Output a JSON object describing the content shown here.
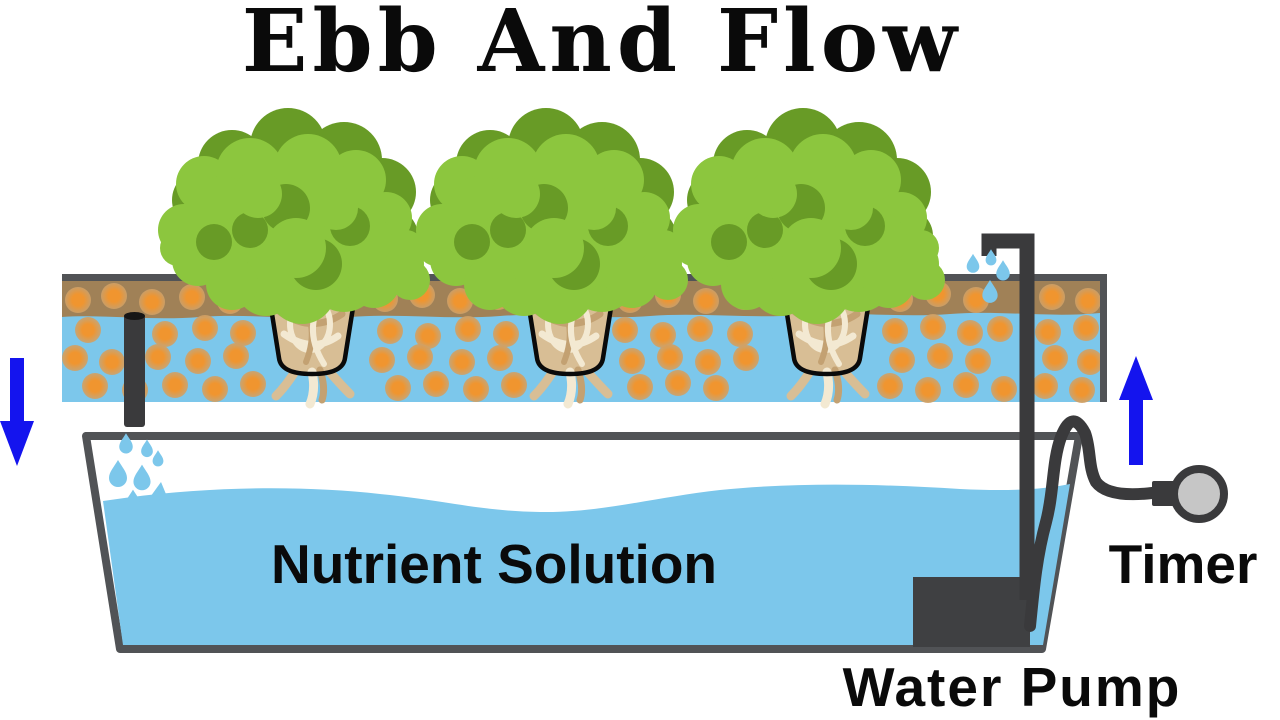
{
  "diagram": {
    "title": "Ebb And Flow",
    "labels": {
      "reservoir": "Nutrient Solution",
      "timer": "Timer",
      "pump": "Water Pump"
    },
    "icons": [
      "plant-icon",
      "net-pot-icon",
      "clay-pebbles-icon",
      "drain-pipe-icon",
      "water-drops-icon",
      "down-arrow-icon",
      "up-arrow-icon",
      "water-pump-icon",
      "pump-pipe-icon",
      "power-cable-icon",
      "timer-icon"
    ],
    "colors": {
      "water": "#7CC7EB",
      "soil": "#A08157",
      "pebble": "#F0952F",
      "pebble_rim": "#CFA168",
      "leaf_light": "#8CC63E",
      "leaf_dark": "#689B26",
      "roots": "#D8BE95",
      "pipe": "#3A3A3C",
      "pump": "#3F4042",
      "outline": "#515356",
      "arrow": "#1414EE",
      "timer_face": "#C6C6C6",
      "text": "#0A0A0A"
    }
  }
}
